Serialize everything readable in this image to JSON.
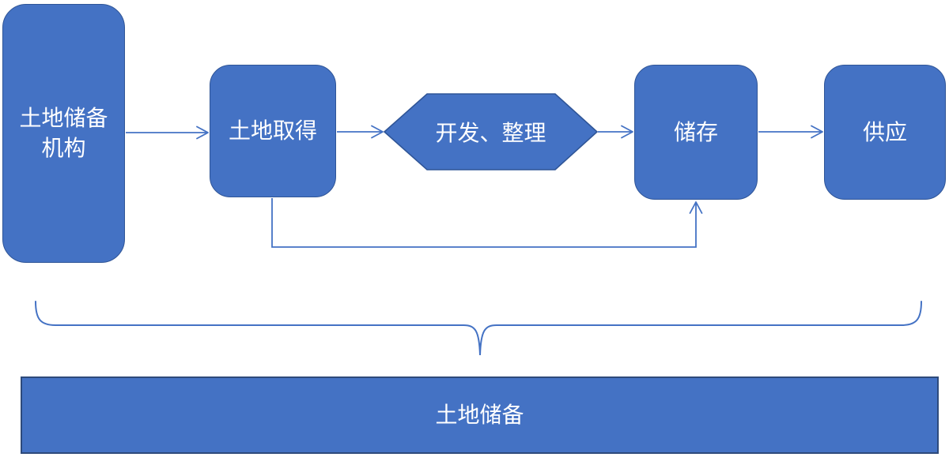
{
  "colors": {
    "background": "#FFFFFF",
    "shape_fill": "#4472C4",
    "shape_border": "#2F5597",
    "connector": "#4472C4",
    "bar_border": "#2E4A7B",
    "text": "#FFFFFF"
  },
  "nodes": {
    "agency": {
      "line1": "土地储备",
      "line2": "机构"
    },
    "acquisition": {
      "label": "土地取得"
    },
    "develop": {
      "label": "开发、整理"
    },
    "storage": {
      "label": "储存"
    },
    "supply": {
      "label": "供应"
    }
  },
  "footer": {
    "label": "土地储备"
  }
}
